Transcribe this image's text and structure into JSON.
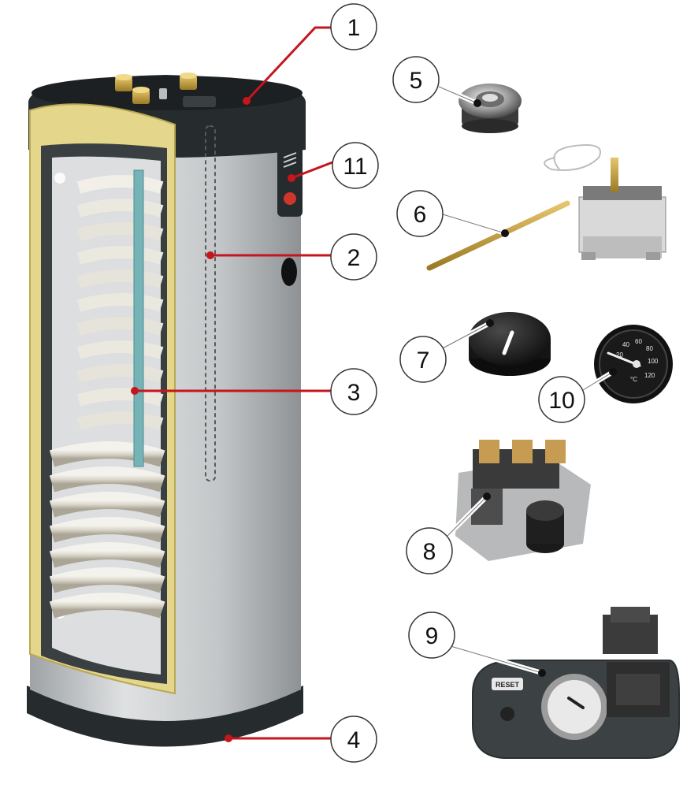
{
  "diagram": {
    "colors": {
      "leader_red": "#c4161c",
      "leader_white": "#ffffff",
      "callout_border": "#333333",
      "tank_shell": "#c9cbcd",
      "tank_cap": "#24292b",
      "insulation": "#e7d98a",
      "inner_wall": "#3a3f42",
      "coil": "#e6e3da",
      "anode": "#76b3b6"
    },
    "callouts": [
      {
        "id": "1",
        "label": "1"
      },
      {
        "id": "2",
        "label": "2"
      },
      {
        "id": "3",
        "label": "3"
      },
      {
        "id": "4",
        "label": "4"
      },
      {
        "id": "5",
        "label": "5"
      },
      {
        "id": "6",
        "label": "6"
      },
      {
        "id": "7",
        "label": "7"
      },
      {
        "id": "8",
        "label": "8"
      },
      {
        "id": "9",
        "label": "9"
      },
      {
        "id": "10",
        "label": "10"
      },
      {
        "id": "11",
        "label": "11"
      }
    ],
    "thermometer": {
      "scale_labels": [
        "20",
        "40",
        "60",
        "80",
        "100",
        "120"
      ],
      "unit": "°C"
    },
    "control_panel": {
      "reset_label": "RESET"
    }
  }
}
